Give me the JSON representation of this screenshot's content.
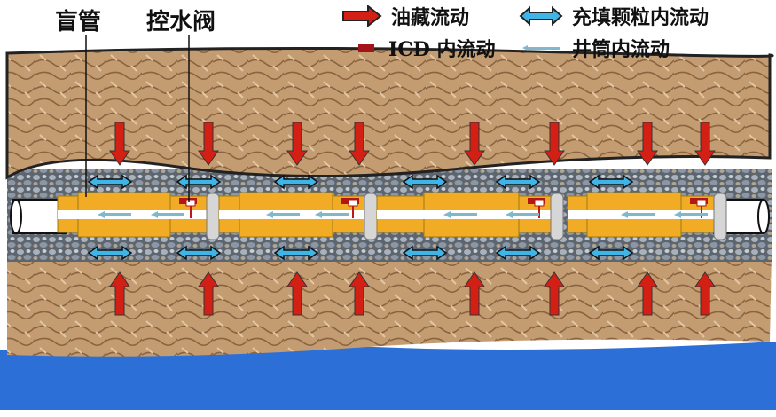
{
  "labels": {
    "blind_pipe": "盲管",
    "control_valve": "控水阀"
  },
  "legend": [
    {
      "icon": "red-arrow-icon",
      "label": "油藏流动"
    },
    {
      "icon": "blue-double-arrow-icon",
      "label": "充填颗粒内流动"
    },
    {
      "icon": "icd-rect-icon",
      "label": "ICD 内流动"
    },
    {
      "icon": "light-blue-line-icon",
      "label": "井筒内流动"
    }
  ],
  "colors": {
    "rock": "#c9a27a",
    "gravel": "#8e99a6",
    "tube": "#f2ab24",
    "reservoir_arrow": "#d41f14",
    "packing_arrow": "#3fb4e6",
    "wellbore_arrow": "#7fb8cc",
    "water": "#2c6fd6"
  }
}
